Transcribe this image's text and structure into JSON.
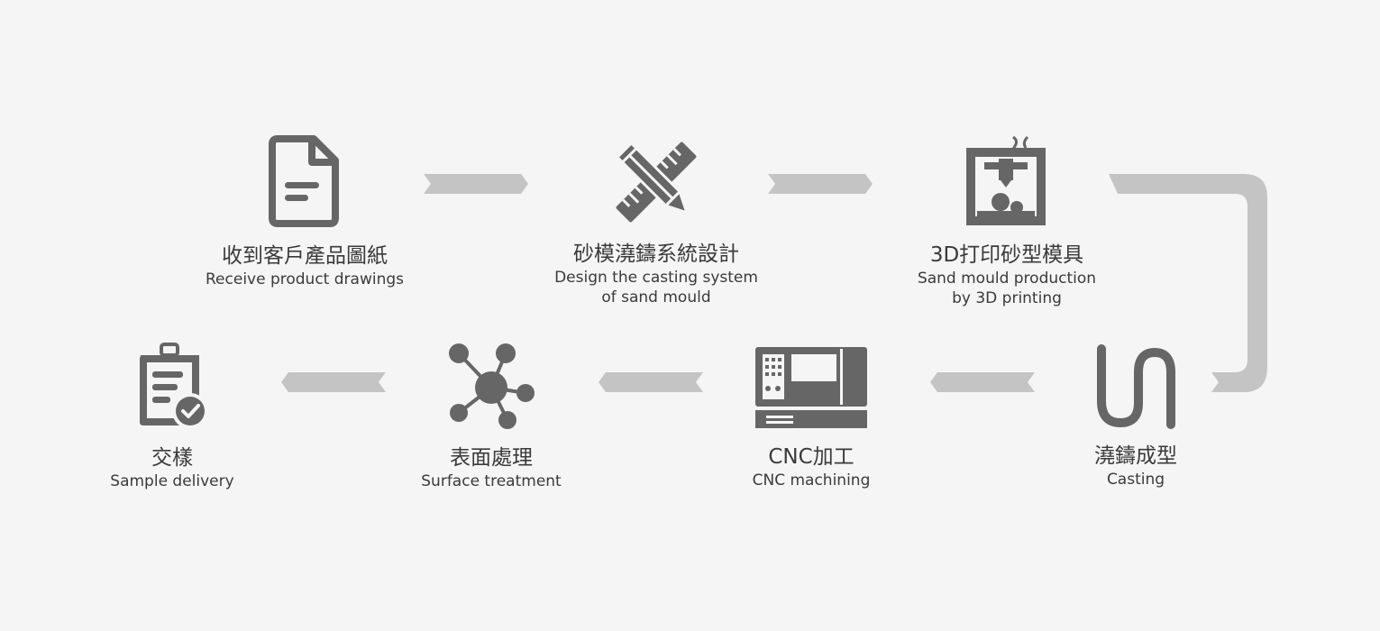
{
  "steps": [
    {
      "zh": "收到客戶產品圖紙",
      "en": [
        "Receive product drawings"
      ],
      "icon": "document-icon"
    },
    {
      "zh": "砂模澆鑄系統設計",
      "en": [
        "Design the casting system",
        "of sand mould"
      ],
      "icon": "pencil-ruler-icon"
    },
    {
      "zh": "3D打印砂型模具",
      "en": [
        "Sand mould production",
        "by 3D printing"
      ],
      "icon": "3d-printer-icon"
    },
    {
      "zh": "澆鑄成型",
      "en": [
        "Casting"
      ],
      "icon": "wave-icon"
    },
    {
      "zh": "CNC加工",
      "en": [
        "CNC machining"
      ],
      "icon": "cnc-machine-icon"
    },
    {
      "zh": "表面處理",
      "en": [
        "Surface treatment"
      ],
      "icon": "molecule-icon"
    },
    {
      "zh": "交樣",
      "en": [
        "Sample delivery"
      ],
      "icon": "clipboard-check-icon"
    }
  ],
  "colors": {
    "icon": "#666666",
    "arrow": "#c4c4c4",
    "background": "#f5f5f5",
    "text": "#3a3a3a"
  }
}
